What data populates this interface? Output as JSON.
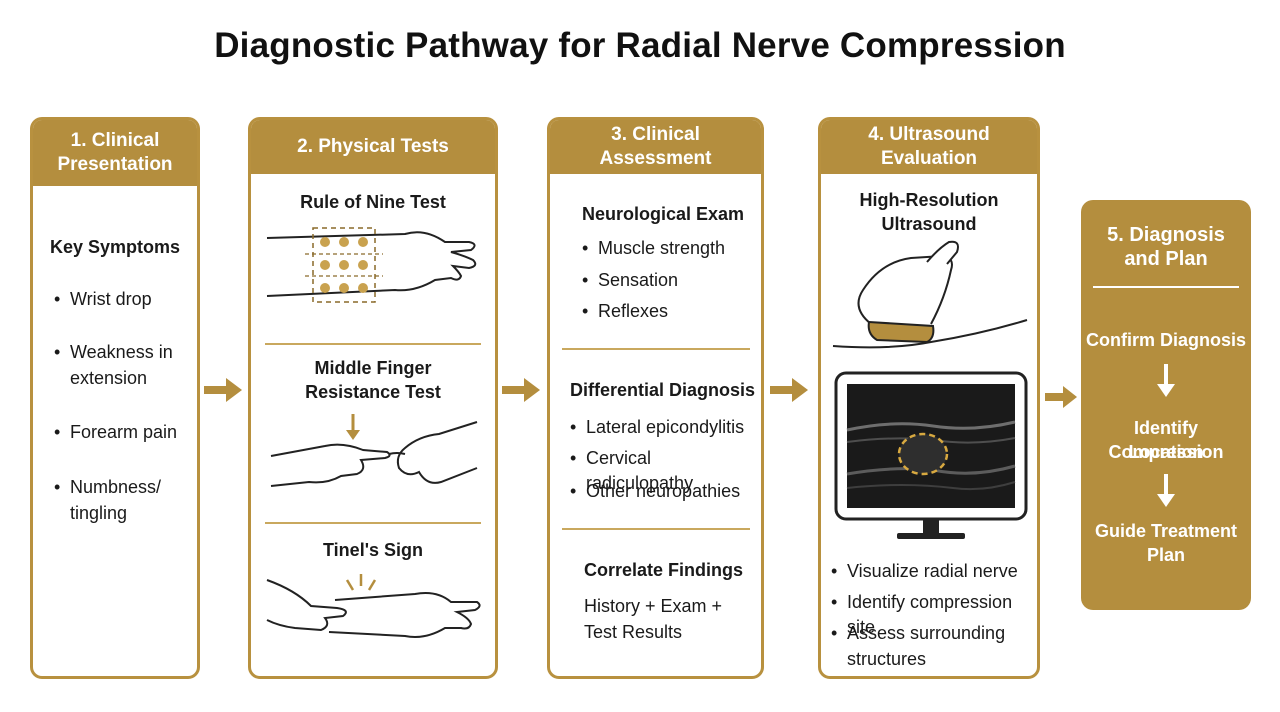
{
  "title": "Diagnostic Pathway for Radial Nerve Compression",
  "step1": {
    "header_line1": "1. Clinical",
    "header_line2": "Presentation",
    "subheading": "Key Symptoms",
    "items": [
      "Wrist drop",
      "Weakness in",
      "extension",
      "Forearm pain",
      "Numbness/",
      "tingling"
    ]
  },
  "step2": {
    "header": "2. Physical Tests",
    "test1": "Rule of Nine Test",
    "test2_line1": "Middle Finger",
    "test2_line2": "Resistance Test",
    "test3": "Tinel's Sign"
  },
  "step3": {
    "header": "3. Clinical Assessment",
    "section1": "Neurological Exam",
    "section1_items": [
      "Muscle strength",
      "Sensation",
      "Reflexes"
    ],
    "section2": "Differential Diagnosis",
    "section2_items": [
      "Lateral epicondylitis",
      "Cervical radiculopathy",
      "Other neuropathies"
    ],
    "section3": "Correlate Findings",
    "section3_line1": "History + Exam +",
    "section3_line2": "Test Results"
  },
  "step4": {
    "header": "4. Ultrasound Evaluation",
    "subheading_line1": "High-Resolution",
    "subheading_line2": "Ultrasound",
    "items": [
      "Visualize radial nerve",
      "Identify compression site",
      "Assess surrounding",
      "structures"
    ]
  },
  "step5": {
    "header_line1": "5. Diagnosis",
    "header_line2": "and Plan",
    "step_a": "Confirm Diagnosis",
    "step_b_line1": "Identify Compression",
    "step_b_line2": "Location",
    "step_c_line1": "Guide Treatment",
    "step_c_line2": "Plan"
  },
  "colors": {
    "accent": "#b48e3e",
    "border": "#b8913f",
    "text": "#1a1a1a"
  }
}
